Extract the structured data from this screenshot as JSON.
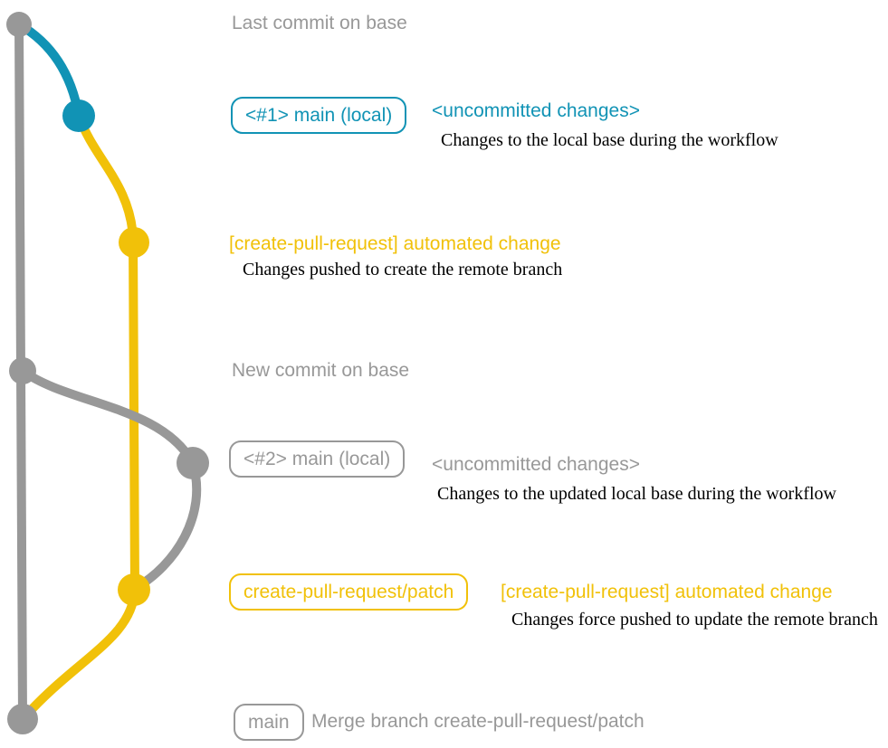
{
  "graph": {
    "colors": {
      "base": "#989898",
      "local": "#1193b5",
      "remote": "#f1c109",
      "description_text": "#000000",
      "background": "#ffffff"
    }
  },
  "commits": {
    "last_base": {
      "message": "Last commit on base"
    },
    "local_1": {
      "tag": "<#1> main (local)",
      "message": "<uncommitted changes>",
      "description": "Changes to the local base during the workflow"
    },
    "remote_1": {
      "message": "[create-pull-request] automated change",
      "description": "Changes pushed to create the remote branch"
    },
    "new_base": {
      "message": "New commit on base"
    },
    "local_2": {
      "tag": "<#2> main (local)",
      "message": "<uncommitted changes>",
      "description": "Changes to the updated local base during the workflow"
    },
    "remote_2": {
      "tag": "create-pull-request/patch",
      "message": "[create-pull-request] automated change",
      "description": "Changes force pushed to update the remote branch"
    },
    "merge": {
      "tag": "main",
      "message": "Merge branch create-pull-request/patch"
    }
  }
}
